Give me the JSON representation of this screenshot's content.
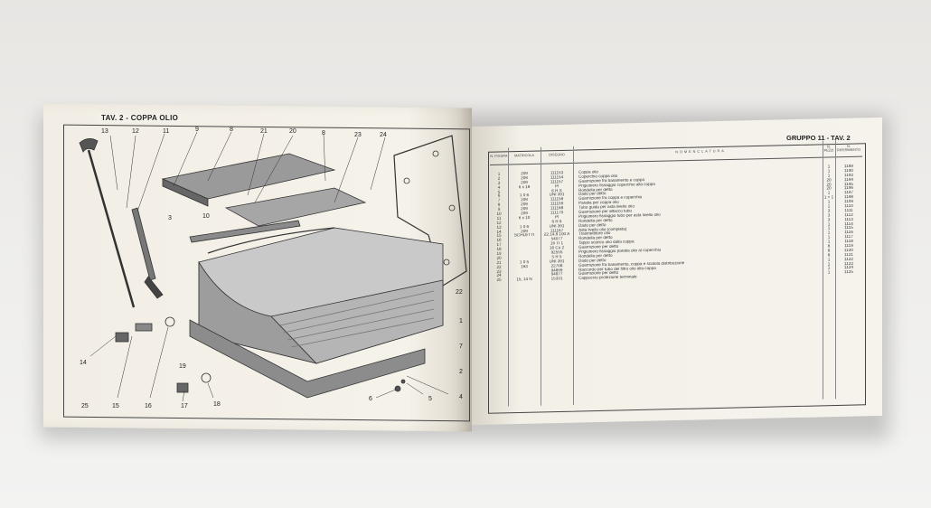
{
  "left_page": {
    "title": "TAV. 2 - COPPA OLIO",
    "callouts": [
      {
        "n": "13"
      },
      {
        "n": "12"
      },
      {
        "n": "11"
      },
      {
        "n": "9"
      },
      {
        "n": "8"
      },
      {
        "n": "21"
      },
      {
        "n": "20"
      },
      {
        "n": "8"
      },
      {
        "n": "23"
      },
      {
        "n": "24"
      },
      {
        "n": "3"
      },
      {
        "n": "10"
      },
      {
        "n": "22"
      },
      {
        "n": "1"
      },
      {
        "n": "7"
      },
      {
        "n": "2"
      },
      {
        "n": "19"
      },
      {
        "n": "14"
      },
      {
        "n": "25"
      },
      {
        "n": "15"
      },
      {
        "n": "16"
      },
      {
        "n": "17"
      },
      {
        "n": "18"
      },
      {
        "n": "6"
      },
      {
        "n": "5"
      },
      {
        "n": "4"
      }
    ]
  },
  "right_page": {
    "title": "GRUPPO 11 - TAV. 2",
    "headers": {
      "fig": "N. FIGURA",
      "mat": "MATRICOLA",
      "dis": "DISEGNO",
      "nom": "NOMENCLATURA",
      "pz": "N. PEZZI",
      "rif": "N. RIFERIMENTO"
    },
    "rows": [
      {
        "fig": "1",
        "mat": "209",
        "dis": "111153",
        "nom": "Coppa olio",
        "pz": "1",
        "rif": "1189"
      },
      {
        "fig": "2",
        "mat": "209",
        "dis": "111154",
        "nom": "Coperchio coppa olio",
        "pz": "1",
        "rif": "1190"
      },
      {
        "fig": "3",
        "mat": "209",
        "dis": "111157",
        "nom": "Guarnizione fra basamento e coppa",
        "pz": "1",
        "rif": "1193"
      },
      {
        "fig": "4",
        "mat": "6 x 18",
        "dis": "Pl",
        "nom": "Prigioniero fissaggio coperchio alla coppa",
        "pz": "20",
        "rif": "1194"
      },
      {
        "fig": "5",
        "mat": "",
        "dis": "6 R S",
        "nom": "Rondella per detto",
        "pz": "20",
        "rif": "1195"
      },
      {
        "fig": "6",
        "mat": "1 0 6",
        "dis": "UNI 391",
        "nom": "Dado per detto",
        "pz": "20",
        "rif": "1196"
      },
      {
        "fig": "7",
        "mat": "209",
        "dis": "111158",
        "nom": "Guarnizione fra coppa e coperchio",
        "pz": "1",
        "rif": "1197"
      },
      {
        "fig": "8",
        "mat": "209",
        "dis": "111159",
        "nom": "Paratia per coppa olio",
        "pz": "1 + 1",
        "rif": "1198"
      },
      {
        "fig": "9",
        "mat": "209",
        "dis": "111168",
        "nom": "Tubo guida per asta livello olio",
        "pz": "1",
        "rif": "1109"
      },
      {
        "fig": "10",
        "mat": "209",
        "dis": "111170",
        "nom": "Guarnizione per attacco tubo",
        "pz": "1",
        "rif": "1110"
      },
      {
        "fig": "11",
        "mat": "6 x 10",
        "dis": "Pl",
        "nom": "Prigioniero fissaggio tubo per asta livello olio",
        "pz": "3",
        "rif": "1111"
      },
      {
        "fig": "12",
        "mat": "",
        "dis": "6 R 6",
        "nom": "Rondella per detto",
        "pz": "3",
        "rif": "1112"
      },
      {
        "fig": "13",
        "mat": "1 0 6",
        "dis": "UNI 391",
        "nom": "Dado per detto",
        "pz": "3",
        "rif": "1113"
      },
      {
        "fig": "14",
        "mat": "209",
        "dis": "111167",
        "nom": "Asta livello olio (completa)",
        "pz": "1",
        "rif": "1114"
      },
      {
        "fig": "15",
        "mat": "SCHLETTI",
        "dis": "22.14.8 100 A",
        "nom": "Trasmettitore olio",
        "pz": "1",
        "rif": "1115"
      },
      {
        "fig": "16",
        "mat": "",
        "dis": "54077",
        "nom": "Rondella per detto",
        "pz": "1",
        "rif": "1116"
      },
      {
        "fig": "17",
        "mat": "",
        "dis": "16 TI 1",
        "nom": "Tappo scarico olio dalla coppa",
        "pz": "1",
        "rif": "1117"
      },
      {
        "fig": "18",
        "mat": "",
        "dis": "16 Cu 2",
        "nom": "Guarnizione per detto",
        "pz": "1",
        "rif": "1118"
      },
      {
        "fig": "19",
        "mat": "",
        "dis": "92555",
        "nom": "Prigioniero fissaggio paratia olio al coperchio",
        "pz": "8",
        "rif": "1119"
      },
      {
        "fig": "20",
        "mat": "",
        "dis": "5 R 5",
        "nom": "Rondella per detto",
        "pz": "8",
        "rif": "1120"
      },
      {
        "fig": "21",
        "mat": "1 0 5",
        "dis": "UNI 391",
        "nom": "Dado per detto",
        "pz": "8",
        "rif": "1121"
      },
      {
        "fig": "22",
        "mat": "163",
        "dis": "22708",
        "nom": "Guarnizione fra basamento, coppa e scatola distribuzione",
        "pz": "1",
        "rif": "1122"
      },
      {
        "fig": "23",
        "mat": "",
        "dis": "94899",
        "nom": "Raccordo per tubo del filtro olio alla coppa",
        "pz": "1",
        "rif": "1123"
      },
      {
        "fig": "24",
        "mat": "",
        "dis": "94877",
        "nom": "Guarnizione per detto",
        "pz": "1",
        "rif": "1124"
      },
      {
        "fig": "25",
        "mat": "15, 14 N",
        "dis": "15331",
        "nom": "Cappuccio protezione terminale",
        "pz": "1",
        "rif": "1125"
      }
    ]
  }
}
